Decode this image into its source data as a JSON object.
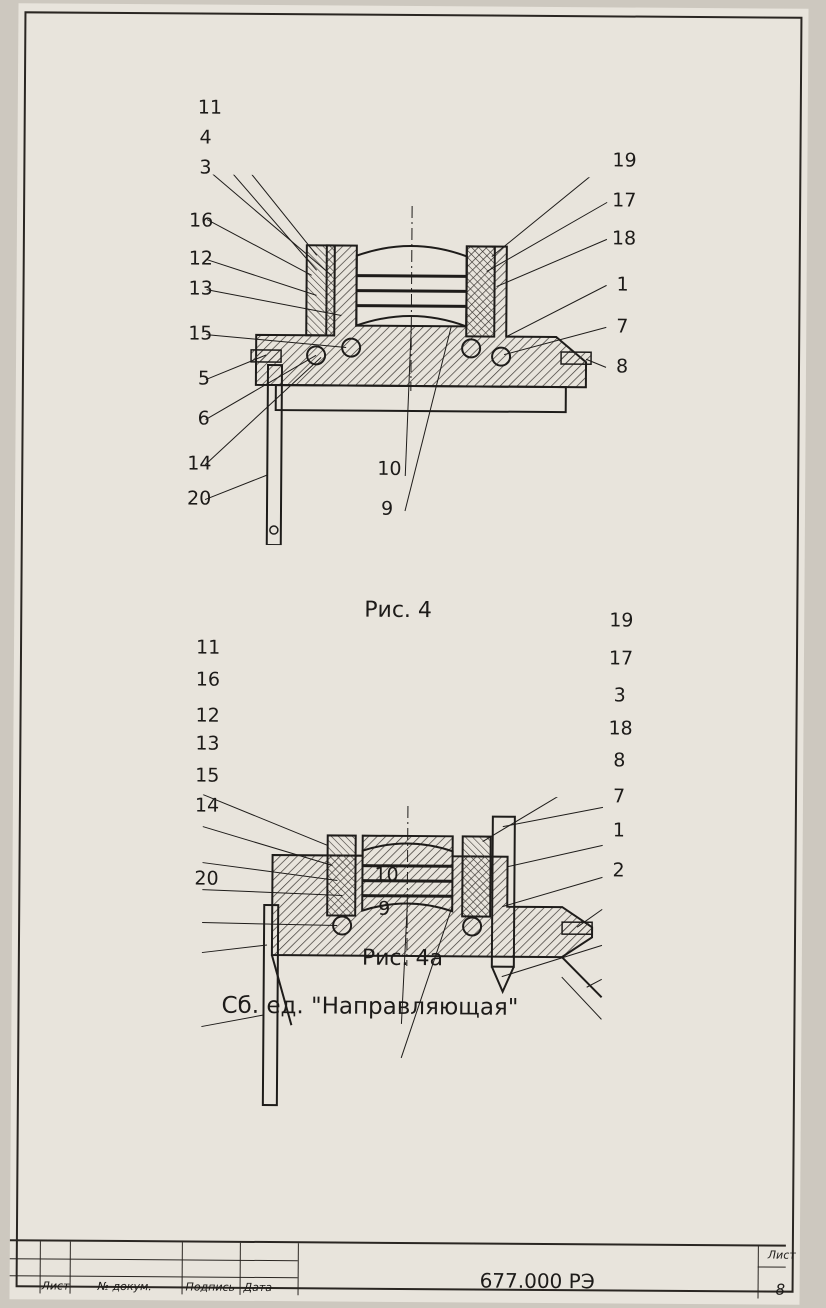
{
  "figure4": {
    "caption": "Рис. 4",
    "labels_left": [
      "11",
      "4",
      "3",
      "16",
      "12",
      "13",
      "15",
      "5",
      "6",
      "14",
      "20"
    ],
    "labels_right": [
      "19",
      "17",
      "18",
      "1",
      "7",
      "8"
    ],
    "labels_bottom": [
      "10",
      "9"
    ]
  },
  "figure4a": {
    "caption": "Рис. 4а",
    "labels_left": [
      "11",
      "16",
      "12",
      "13",
      "15",
      "14",
      "20"
    ],
    "labels_right": [
      "19",
      "17",
      "3",
      "18",
      "8",
      "7",
      "1",
      "2"
    ],
    "labels_bottom": [
      "10",
      "9"
    ]
  },
  "assembly_title": "Сб. ед. \"Направляющая\"",
  "title_block": {
    "doc_number": "677.000 РЭ",
    "sheet_label": "Лист",
    "sheet_number": "8",
    "col_sheet": "Лист",
    "col_docnum": "№ докум.",
    "col_signature": "Подпись",
    "col_date": "Дата"
  }
}
